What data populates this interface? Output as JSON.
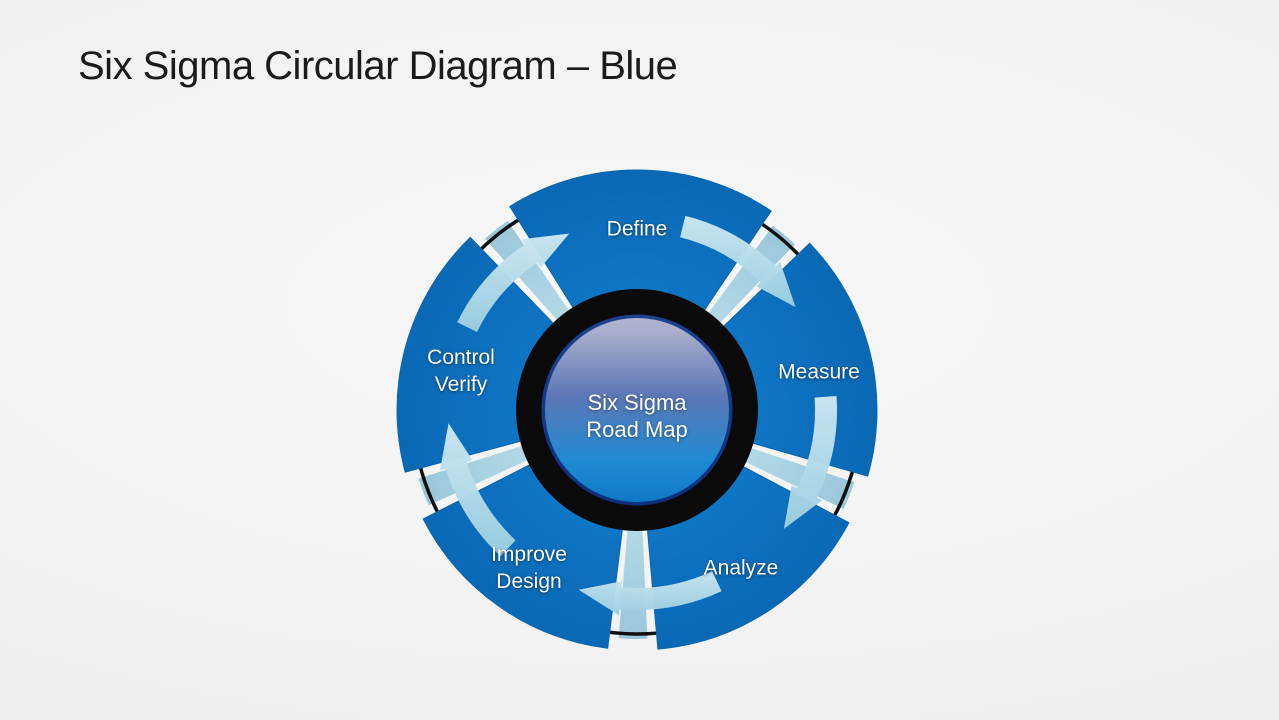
{
  "slide": {
    "title": "Six Sigma Circular Diagram – Blue",
    "background_color": "#f0f0f1",
    "title_color": "#1b1b1b"
  },
  "diagram": {
    "name": "Six Sigma circular process diagram",
    "flow_direction": "clockwise",
    "center": {
      "lines": [
        "Six Sigma",
        "Road Map"
      ]
    },
    "segments": [
      {
        "id": "define",
        "lines": [
          "Define"
        ]
      },
      {
        "id": "measure",
        "lines": [
          "Measure"
        ]
      },
      {
        "id": "analyze",
        "lines": [
          "Analyze"
        ]
      },
      {
        "id": "improve-design",
        "lines": [
          "Improve",
          "Design"
        ]
      },
      {
        "id": "control-verify",
        "lines": [
          "Control",
          "Verify"
        ]
      }
    ],
    "colors": {
      "segment_blue": "#0b71c1",
      "arrow_light_blue": "#a9d3e4",
      "outline_ring_black": "#101010",
      "hub_ring_black": "#0a0a0a",
      "center_rim_navy": "#1a3c8e",
      "center_gradient_top": "#acb2cf",
      "center_gradient_mid": "#5d77b6",
      "center_gradient_bottom": "#0e79c6",
      "label_text": "#ffffff"
    }
  }
}
